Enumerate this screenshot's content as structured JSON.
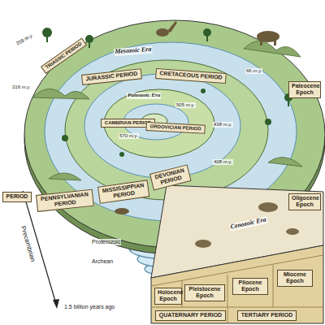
{
  "diagram": {
    "nodes": [
      {
        "text": [
          "TRIASSIC PERIOD"
        ]
      },
      {
        "text": [
          "JURASSIC PERIOD"
        ]
      },
      {
        "text": [
          "CRETACEOUS PERIOD"
        ]
      },
      {
        "text": [
          "Paleocene Epoch"
        ]
      },
      {
        "text": [
          "CAMBRIAN PERIOD"
        ]
      },
      {
        "text": [
          "ORDOVICIAN PERIOD"
        ]
      },
      {
        "text": [
          "PERIOD"
        ]
      },
      {
        "text": [
          "PENNSYLVANIAN PERIOD"
        ]
      },
      {
        "text": [
          "MISSISSIPPIAN PERIOD"
        ]
      },
      {
        "text": [
          "DEVONIAN PERIOD"
        ]
      },
      {
        "text": [
          "Oligocene Epoch"
        ]
      },
      {
        "text": [
          "Holocene Epoch"
        ]
      },
      {
        "text": [
          "Pleistocene Epoch"
        ]
      },
      {
        "text": [
          "Pliocene Epoch"
        ]
      },
      {
        "text": [
          "Miocene Epoch"
        ]
      },
      {
        "text": [
          "QUATERNARY PERIOD"
        ]
      },
      {
        "text": [
          "TERTIARY PERIOD"
        ]
      }
    ],
    "labels": [
      "208 m.y.",
      "Mesozoic Era",
      "66 m.y.",
      "216 m.y.",
      "Paleozoic Era",
      "505 m.y.",
      "570 m.y.",
      "438 m.y.",
      "408 m.y.",
      "Cenozoic Era",
      "Proterozoic",
      "Archean",
      "Precambrian",
      "1.5 billion years ago"
    ]
  }
}
